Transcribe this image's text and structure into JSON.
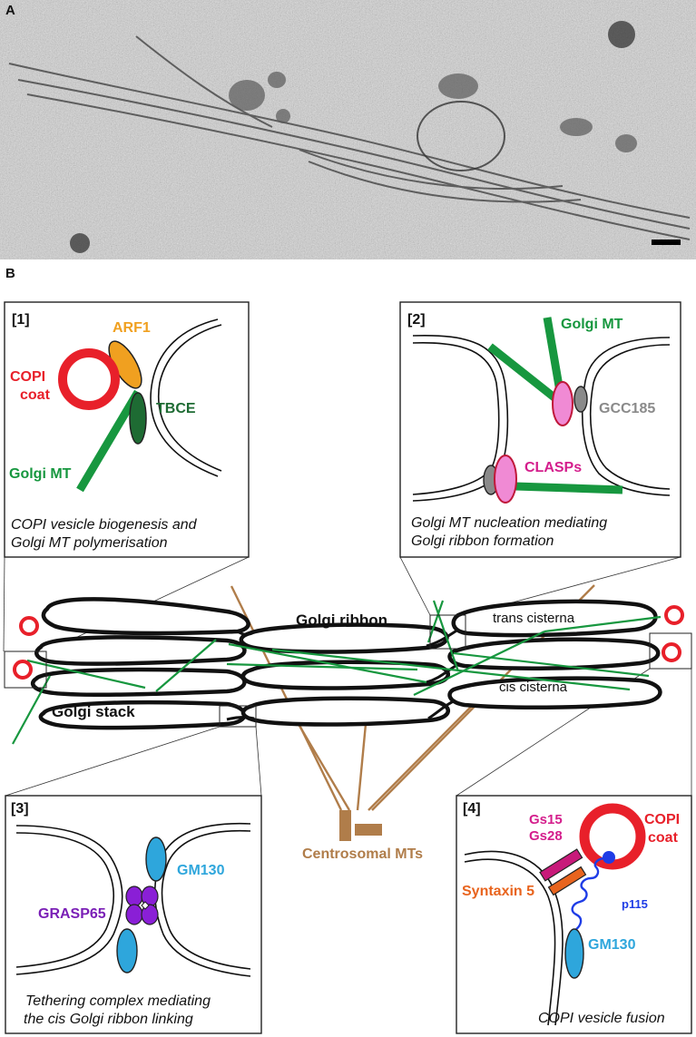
{
  "panels": {
    "a": {
      "letter": "A"
    },
    "b": {
      "letter": "B"
    }
  },
  "ribbon": {
    "ribbon_label": "Golgi ribbon",
    "stack_label": "Golgi stack",
    "trans_label": "trans cisterna",
    "cis_label": "cis cisterna",
    "centrosome_label": "Centrosomal MTs"
  },
  "insets": {
    "inset1": {
      "tag": "[1]",
      "arf1": "ARF1",
      "copi_line1": "COPI",
      "copi_line2": "coat",
      "tbce": "TBCE",
      "golgi_mt": "Golgi MT",
      "caption_line1": "COPI vesicle biogenesis and",
      "caption_line2": "Golgi MT polymerisation"
    },
    "inset2": {
      "tag": "[2]",
      "golgi_mt": "Golgi MT",
      "gcc185": "GCC185",
      "clasps": "CLASPs",
      "caption_line1": "Golgi MT nucleation mediating",
      "caption_line2": "Golgi ribbon formation"
    },
    "inset3": {
      "tag": "[3]",
      "gm130": "GM130",
      "grasp65": "GRASP65",
      "caption_line1": "Tethering complex mediating",
      "caption_line2": "the cis Golgi ribbon linking"
    },
    "inset4": {
      "tag": "[4]",
      "gs15": "Gs15",
      "gs28": "Gs28",
      "copi_line1": "COPI",
      "copi_line2": "coat",
      "syntaxin5": "Syntaxin 5",
      "p115": "p115",
      "gm130": "GM130",
      "caption": "COPI vesicle fusion"
    }
  },
  "colors": {
    "copi_red": "#e8202a",
    "arf1_orange": "#f0a020",
    "tbce_green": "#1e6b33",
    "mt_green": "#17973f",
    "clasp_pink": "#f08ad4",
    "gcc185_gray": "#8a8a8a",
    "gm130_blue": "#2ea6dc",
    "grasp65_purple": "#8a1fd6",
    "syntaxin_orange": "#e8641e",
    "gs_magenta": "#d41e8c",
    "p115_blue": "#1e3ce6",
    "centrosome_brown": "#b07d4a"
  }
}
